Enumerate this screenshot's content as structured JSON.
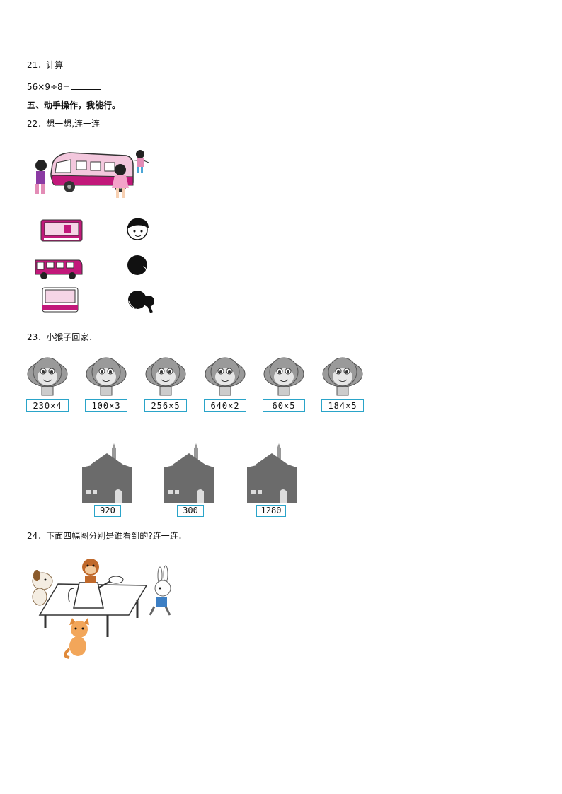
{
  "q21": {
    "title": "21．计算",
    "expr": "56×9÷8="
  },
  "section5": {
    "title": "五、动手操作，我能行。"
  },
  "q22": {
    "title": "22．想一想,连一连"
  },
  "q23": {
    "title": "23．小猴子回家．",
    "expressions": [
      "230×4",
      "100×3",
      "256×5",
      "640×2",
      "60×5",
      "184×5"
    ],
    "houses": [
      "920",
      "300",
      "1280"
    ]
  },
  "q24": {
    "title": "24．下面四幅图分别是谁看到的?连一连．"
  },
  "colors": {
    "bus": "#c2187a",
    "box_border": "#2aa4c9",
    "house": "#6b6b6b"
  }
}
